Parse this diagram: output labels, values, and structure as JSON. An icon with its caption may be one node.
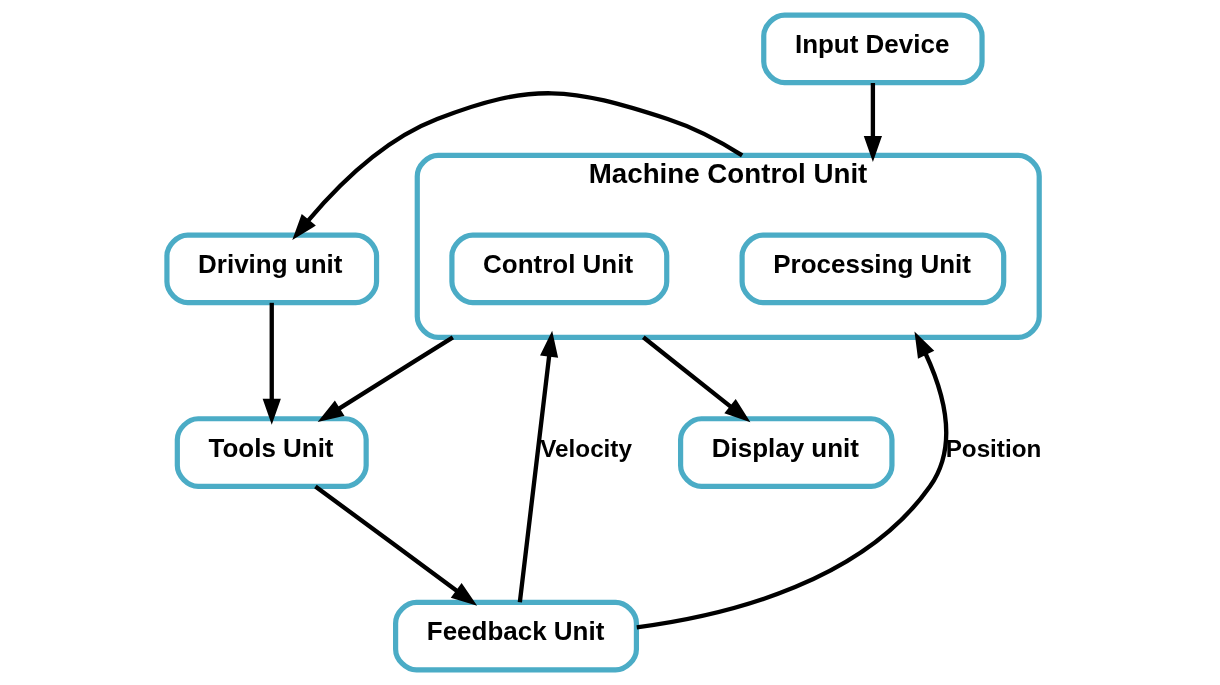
{
  "diagram": {
    "nodes": [
      {
        "text": [
          "Machine Control Unit"
        ]
      },
      {
        "text": [
          "Processing Unit"
        ],
        "in": 0
      },
      {
        "text": [
          "Control Unit"
        ],
        "in": 0
      },
      {
        "text": [
          "Input Device"
        ]
      },
      {
        "text": [
          "Display unit"
        ]
      },
      {
        "text": [
          "Driving unit"
        ]
      },
      {
        "text": [
          "Tools Unit"
        ]
      },
      {
        "text": [
          "Feedback Unit"
        ]
      }
    ],
    "edges": [
      {
        "from": 3,
        "to": 0,
        "arrow": "to"
      },
      {
        "from": 0,
        "to": 4,
        "arrow": "to"
      },
      {
        "from": 0,
        "to": 5,
        "arrow": "to"
      },
      {
        "from": 0,
        "to": 6,
        "arrow": "to"
      },
      {
        "from": 5,
        "to": 6,
        "arrow": "to"
      },
      {
        "from": 6,
        "to": 7,
        "arrow": "to"
      },
      {
        "from": 7,
        "to": 0,
        "arrow": "to",
        "label": "Position"
      },
      {
        "from": 7,
        "to": 0,
        "arrow": "to",
        "label": "Velocity"
      }
    ]
  }
}
